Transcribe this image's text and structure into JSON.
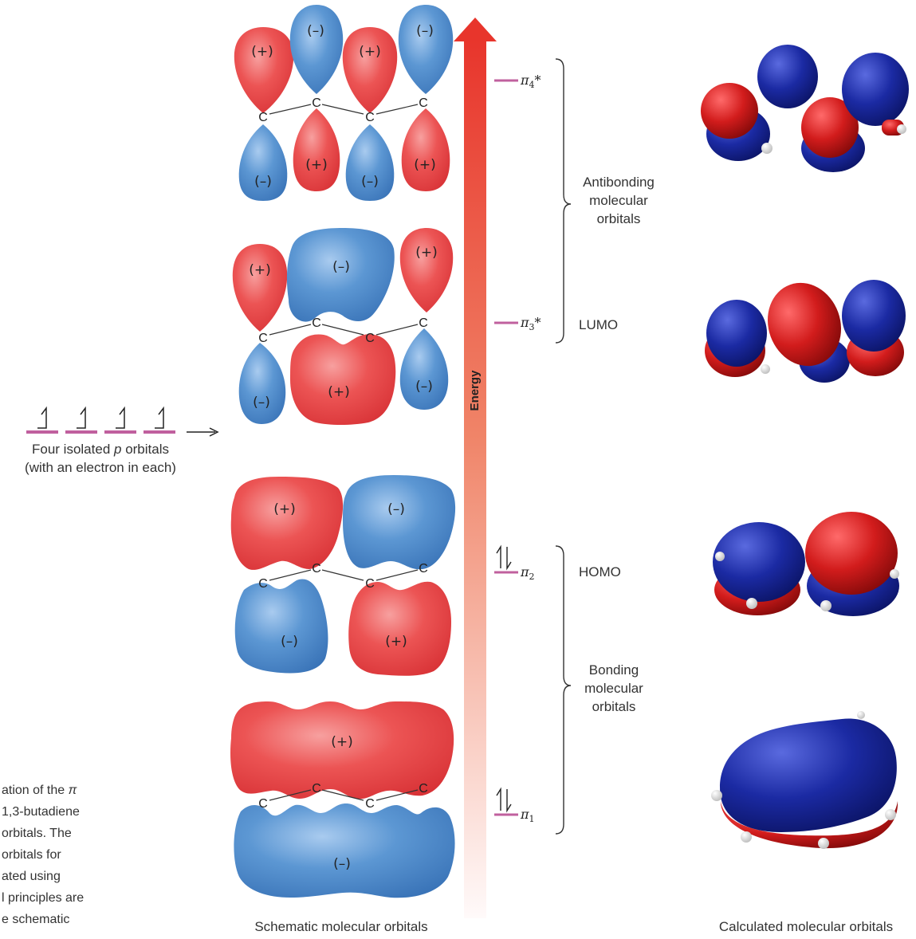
{
  "isolated_orbitals": {
    "label_line1_pre": "Four isolated ",
    "label_line1_italic": "p",
    "label_line1_post": " orbitals",
    "label_line2": "(with an electron in each)"
  },
  "energy_axis": {
    "label": "Energy"
  },
  "signs": {
    "plus": "(+)",
    "minus": "(–)",
    "atom": "C"
  },
  "levels": [
    {
      "id": "pi4",
      "symbol": "π",
      "subscript": "4",
      "suffix": "*",
      "tag": ""
    },
    {
      "id": "pi3",
      "symbol": "π",
      "subscript": "3",
      "suffix": "*",
      "tag": "LUMO"
    },
    {
      "id": "pi2",
      "symbol": "π",
      "subscript": "2",
      "suffix": "",
      "tag": "HOMO"
    },
    {
      "id": "pi1",
      "symbol": "π",
      "subscript": "1",
      "suffix": "",
      "tag": ""
    }
  ],
  "groups": {
    "antibonding": [
      "Antibonding",
      "molecular",
      "orbitals"
    ],
    "bonding": [
      "Bonding",
      "molecular",
      "orbitals"
    ]
  },
  "captions": {
    "schematic": "Schematic molecular orbitals",
    "calculated": "Calculated molecular orbitals"
  },
  "side_text": [
    "ation of the ",
    "1,3-butadiene",
    "orbitals. The",
    "orbitals for",
    "ated using",
    "l principles are",
    "e schematic"
  ],
  "side_text_pi": "π",
  "colors": {
    "lobe_red": "#e8474a",
    "lobe_blue": "#4f8ac9",
    "level_line": "#c0609e",
    "arrow_top": "#e8352c",
    "calc_red": "#cc1a1a",
    "calc_blue": "#1a2a9e"
  }
}
